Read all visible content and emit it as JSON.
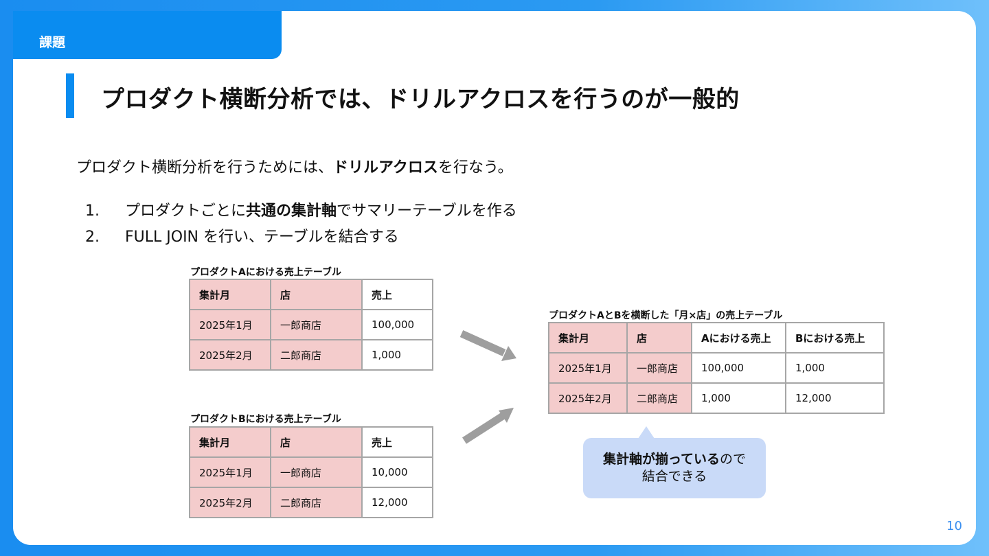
{
  "tag": "課題",
  "title": "プロダクト横断分析では、ドリルアクロスを行うのが一般的",
  "intro": {
    "pre": "プロダクト横断分析を行うためには、",
    "bold": "ドリルアクロス",
    "post": "を行なう。"
  },
  "steps": [
    {
      "num": "1.",
      "pre": "プロダクトごとに",
      "bold": "共通の集計軸",
      "post": "でサマリーテーブルを作る"
    },
    {
      "num": "2.",
      "text": "FULL JOIN を行い、テーブルを結合する"
    }
  ],
  "table_a": {
    "caption": "プロダクトAにおける売上テーブル",
    "headers": [
      "集計月",
      "店",
      "売上"
    ],
    "rows": [
      [
        "2025年1月",
        "一郎商店",
        "100,000"
      ],
      [
        "2025年2月",
        "二郎商店",
        "1,000"
      ]
    ]
  },
  "table_b": {
    "caption": "プロダクトBにおける売上テーブル",
    "headers": [
      "集計月",
      "店",
      "売上"
    ],
    "rows": [
      [
        "2025年1月",
        "一郎商店",
        "10,000"
      ],
      [
        "2025年2月",
        "二郎商店",
        "12,000"
      ]
    ]
  },
  "table_ab": {
    "caption": "プロダクトAとBを横断した「月×店」の売上テーブル",
    "headers": [
      "集計月",
      "店",
      "Aにおける売上",
      "Bにおける売上"
    ],
    "rows": [
      [
        "2025年1月",
        "一郎商店",
        "100,000",
        "1,000"
      ],
      [
        "2025年2月",
        "二郎商店",
        "1,000",
        "12,000"
      ]
    ]
  },
  "callout": {
    "bold": "集計軸が揃っている",
    "rest1": "ので",
    "line2": "結合できる"
  },
  "page_number": "10",
  "colors": {
    "accent": "#0a8cf0",
    "key_cell": "#f4cccc",
    "callout": "#c9daf8",
    "arrow": "#9e9e9e"
  }
}
